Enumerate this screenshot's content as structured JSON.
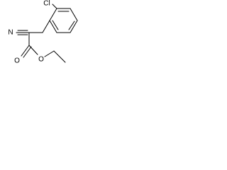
{
  "molecule": {
    "atoms": {
      "chlorine": "Cl",
      "nitrile_nitrogen": "N",
      "carbonyl_oxygen": "O",
      "ester_oxygen": "O"
    }
  }
}
